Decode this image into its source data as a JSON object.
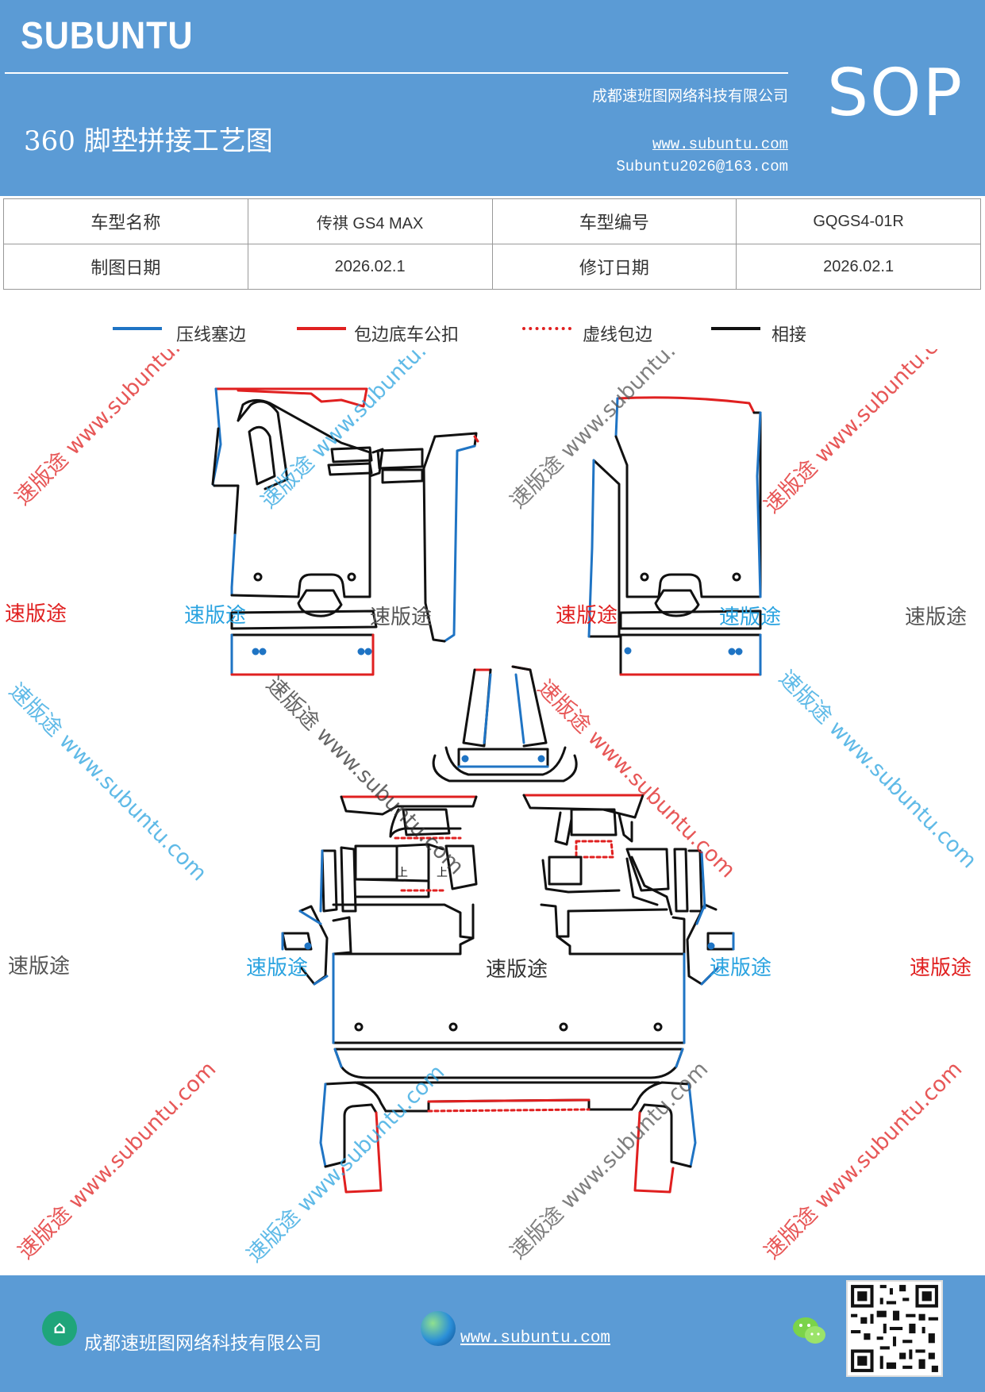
{
  "header": {
    "brand": "SUBUNTU",
    "company": "成都速班图网络科技有限公司",
    "title": "360 脚垫拼接工艺图",
    "website": "www.subuntu.com",
    "email": "Subuntu2026@163.com",
    "badge": "SOP"
  },
  "info_table": {
    "rows": [
      {
        "label1": "车型名称",
        "value1": "传祺 GS4 MAX",
        "label2": "车型编号",
        "value2": "GQGS4-01R"
      },
      {
        "label1": "制图日期",
        "value1": "2026.02.1",
        "label2": "修订日期",
        "value2": "2026.02.1"
      }
    ]
  },
  "legend": [
    {
      "text": "压线塞边",
      "color": "#1f74c4",
      "style": "solid"
    },
    {
      "text": "包边底车公扣",
      "color": "#e02020",
      "style": "solid"
    },
    {
      "text": "虚线包边",
      "color": "#e02020",
      "style": "dotted"
    },
    {
      "text": "相接",
      "color": "#111111",
      "style": "solid"
    }
  ],
  "diagram": {
    "part_labels": [
      "上",
      "上"
    ],
    "watermarks": {
      "brand": "速版途",
      "diagonal": "速版途 www.subuntu.com",
      "colors": {
        "red": "#e02020",
        "blue": "#2aa3e0",
        "gray": "#555555"
      }
    }
  },
  "footer": {
    "company": "成都速班图网络科技有限公司",
    "website": "www.subuntu.com",
    "company_icon": "building-icon",
    "website_icon": "globe-icon",
    "wechat_icon": "wechat-icon",
    "qr_icon": "qr-code-icon"
  },
  "colors": {
    "header_bg": "#5b9bd5",
    "blue_edge": "#1f74c4",
    "red_edge": "#e02020",
    "black_edge": "#111111"
  }
}
